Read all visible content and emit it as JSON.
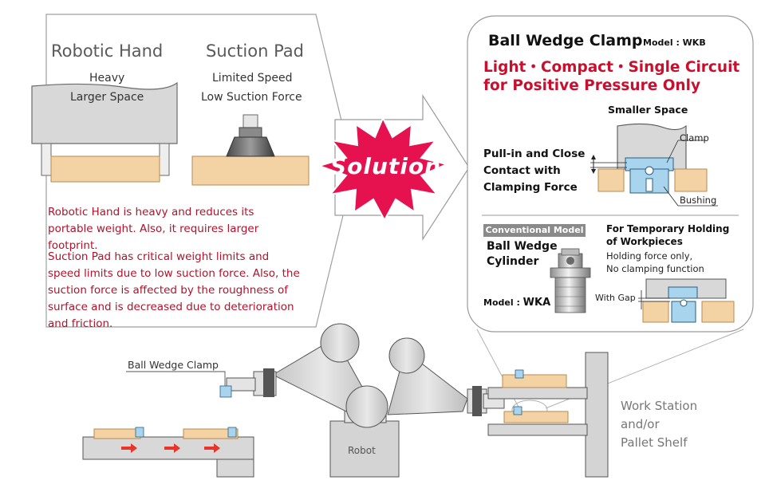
{
  "left_panel": {
    "robotic_hand_title": "Robotic Hand",
    "robotic_hand_line1": "Heavy",
    "robotic_hand_line2": "Larger Space",
    "suction_pad_title": "Suction Pad",
    "suction_pad_line1": "Limited Speed",
    "suction_pad_line2": "Low Suction Force",
    "para1": "Robotic Hand is heavy and reduces its portable weight. Also, it requires larger footprint.",
    "para2": "Suction Pad has critical weight limits and speed limits due to low suction force. Also, the suction force is affected by the roughness of surface and is decreased due to deterioration and friction."
  },
  "solution_label": "Solution",
  "right_panel": {
    "title": "Ball Wedge Clamp",
    "model_prefix": "Model : ",
    "model": "WKB",
    "tagline1": "Light・Compact・Single Circuit",
    "tagline2": "for Positive Pressure Only",
    "smaller_space": "Smaller Space",
    "clamp_label": "Clamp",
    "bushing_label": "Bushing",
    "pull_in_1": "Pull-in and Close",
    "pull_in_2": "Contact with",
    "pull_in_3": "Clamping Force",
    "conventional_badge": "Conventional Model",
    "cyl_name_1": "Ball Wedge",
    "cyl_name_2": "Cylinder",
    "cyl_model_prefix": "Model : ",
    "cyl_model": "WKA",
    "temp_1": "For Temporary Holding",
    "temp_2": "of Workpieces",
    "temp_3": "Holding force only,",
    "temp_4": "No clamping function",
    "with_gap": "With Gap"
  },
  "bottom": {
    "ball_wedge_clamp_callout": "Ball Wedge Clamp",
    "robot_label": "Robot",
    "station_1": "Work Station",
    "station_2": "and/or",
    "station_3": "Pallet Shelf"
  },
  "colors": {
    "accent_red": "#c8102e",
    "dark_red_text": "#b0132b",
    "panel_border": "#9a9a9a",
    "metal_gray": "#d7d7d7",
    "wood": "#f3d3a3",
    "solution_burst": "#e6124f",
    "arrow_red": "#e8352a",
    "clamp_blue": "#a9d4ee"
  }
}
